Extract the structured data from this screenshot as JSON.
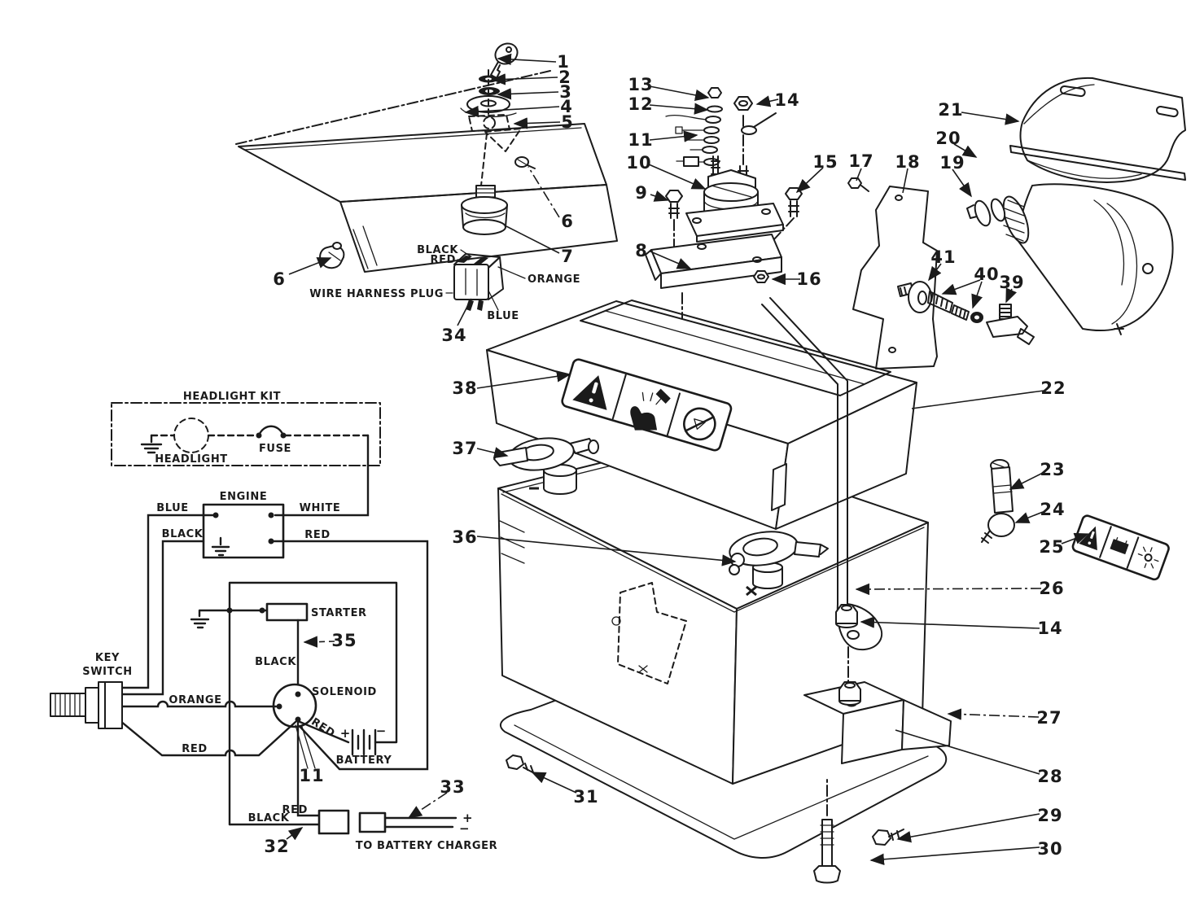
{
  "diagram": {
    "kind": "exploded-parts-diagram-with-wiring-schematic",
    "subject": "tractor electrical system: key switch, solenoid, starter motor, battery",
    "ink_color": "#1b1b1b",
    "paper_color": "#ffffff"
  },
  "callouts": [
    "1",
    "2",
    "3",
    "4",
    "5",
    "6",
    "6",
    "7",
    "34",
    "13",
    "12",
    "11",
    "10",
    "9",
    "8",
    "14",
    "15",
    "16",
    "17",
    "18",
    "19",
    "20",
    "21",
    "41",
    "40",
    "39",
    "38",
    "37",
    "36",
    "35",
    "22",
    "23",
    "24",
    "25",
    "26",
    "14",
    "27",
    "28",
    "29",
    "30",
    "31",
    "32",
    "33",
    "11"
  ],
  "labels": {
    "wire_harness_plug": "WIRE HARNESS PLUG",
    "plug_black": "BLACK",
    "plug_red": "RED",
    "plug_orange": "ORANGE",
    "plug_blue": "BLUE",
    "headlight_kit": "HEADLIGHT KIT",
    "headlight": "HEADLIGHT",
    "fuse": "FUSE",
    "engine": "ENGINE",
    "blue": "BLUE",
    "white": "WHITE",
    "black": "BLACK",
    "red": "RED",
    "key": "KEY",
    "switch": "SWITCH",
    "orange": "ORANGE",
    "red_key": "RED",
    "starter": "STARTER",
    "black_starter": "BLACK",
    "solenoid": "SOLENOID",
    "red_solenoid": "RED",
    "battery": "BATTERY",
    "plus": "+",
    "minus": "−",
    "black_charger": "BLACK",
    "red_charger": "RED",
    "to_battery_charger": "TO BATTERY CHARGER",
    "charger_plus": "+",
    "charger_minus": "−"
  }
}
